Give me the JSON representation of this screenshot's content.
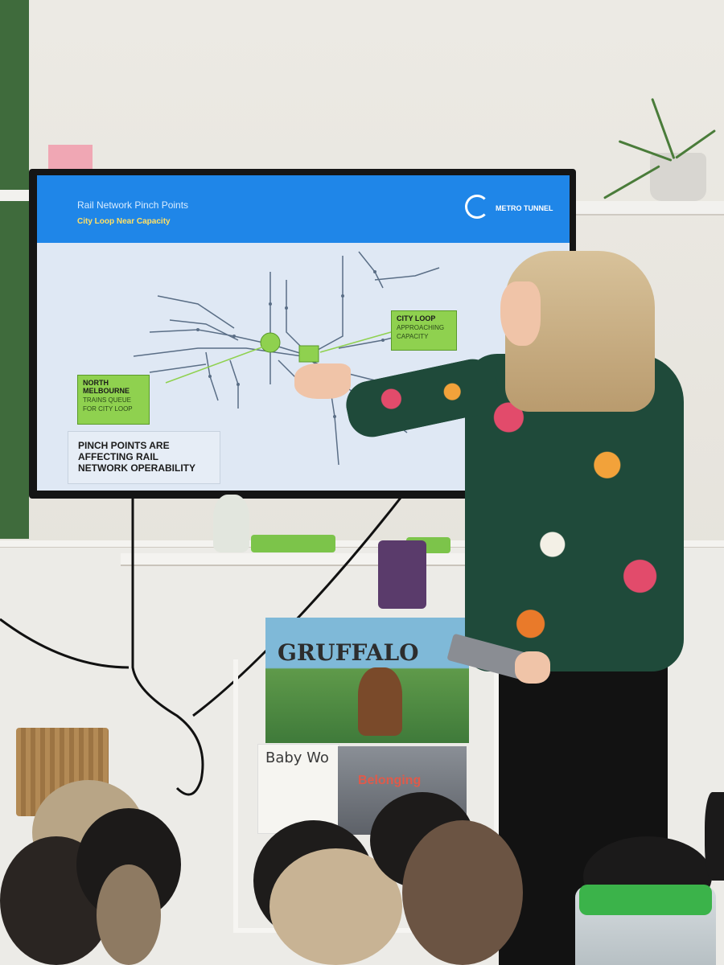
{
  "slide": {
    "title": "Rail Network Pinch Points",
    "subtitle": "City Loop Near Capacity",
    "logo_text": "METRO TUNNEL",
    "callout_north_line1": "NORTH",
    "callout_north_line2": "MELBOURNE",
    "callout_north_line3": "TRAINS QUEUE",
    "callout_north_line4": "FOR CITY LOOP",
    "callout_city_line1": "CITY LOOP",
    "callout_city_line2": "APPROACHING",
    "callout_city_line3": "CAPACITY",
    "pinch_line1": "PINCH POINTS ARE",
    "pinch_line2": "AFFECTING RAIL",
    "pinch_line3": "NETWORK OPERABILITY"
  },
  "book": {
    "title": "GRUFFALO"
  },
  "paper_label": "Baby Wo",
  "book2_title": "Belonging",
  "colors": {
    "slide_header": "#1f86e8",
    "callout_green": "#8fd14f",
    "map_line": "#5a6e86"
  }
}
